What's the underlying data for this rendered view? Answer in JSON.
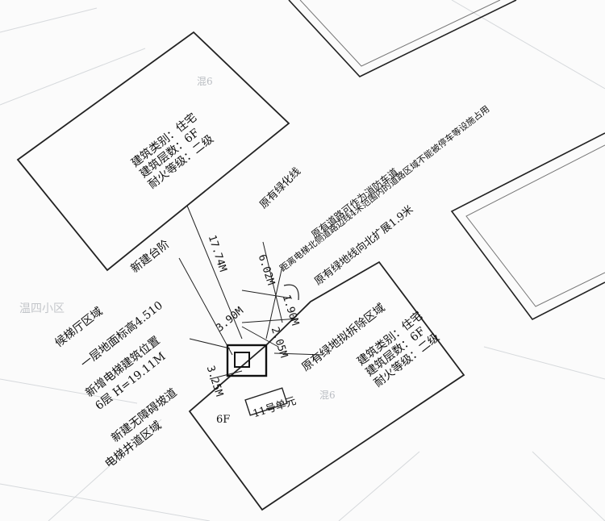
{
  "district": "温四小区",
  "hun_label": "混6",
  "building_info": {
    "type": "建筑类别：住宅",
    "floors": "建筑层数：6F",
    "fire": "耐火等级：二级"
  },
  "annotations": {
    "green_line": "原有绿化线",
    "fire_lane": "原有道路可作为消防车道",
    "elevator_distance": "距离电梯北侧道路边线4米范围内的道路区域不能被停车等设施占用",
    "green_extend": "原有绿地线向北扩展1.9米",
    "new_steps": "新建台阶",
    "green_demolish": "原有绿地拟拆除区域",
    "waiting_hall": "候梯厅区域",
    "floor_elevation": "一层地面标高4.510",
    "new_elevator": "新增电梯建筑位置",
    "height": "6层 H=19.11M",
    "ramp": "新建无障碍坡道",
    "shaft": "电梯井道区域",
    "unit": "11号单元",
    "floors_6f": "6F"
  },
  "dimensions": {
    "d1": "17.74M",
    "d2": "6.02M",
    "d3": "1.90M",
    "d4": "3.90M",
    "d5": "2.05M",
    "d6": "3.25M"
  }
}
